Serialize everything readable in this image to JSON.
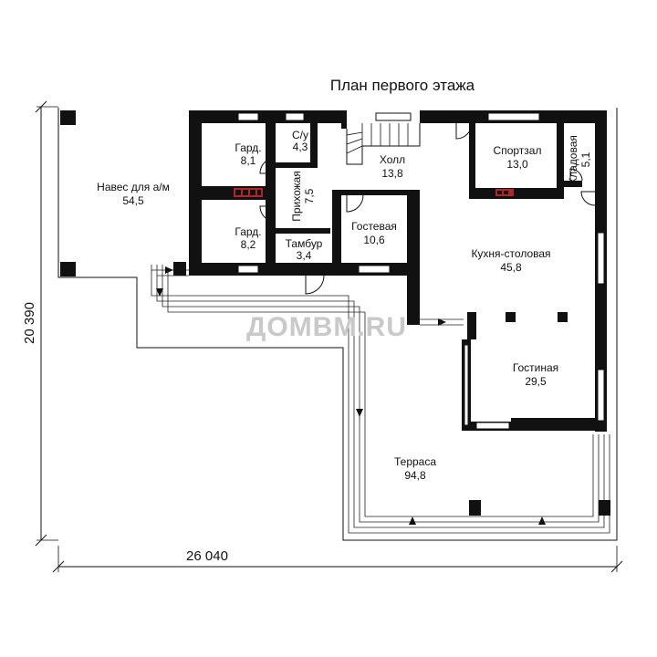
{
  "title": "План первого этажа",
  "watermark": "ДОМВМ.RU",
  "dimensions": {
    "width": "26 040",
    "height": "20 390"
  },
  "rooms": {
    "carport": {
      "name": "Навес для а/м",
      "area": "54,5"
    },
    "wardrobe1": {
      "name": "Гард.",
      "area": "8,1"
    },
    "bathroom": {
      "name": "С/у",
      "area": "4,3"
    },
    "hall": {
      "name": "Холл",
      "area": "13,8"
    },
    "gym": {
      "name": "Спортзал",
      "area": "13,0"
    },
    "pantry": {
      "name": "Кладовая",
      "area": "5,1"
    },
    "hallway": {
      "name": "Прихожая",
      "area": "7,5"
    },
    "wardrobe2": {
      "name": "Гард.",
      "area": "8,2"
    },
    "vestibule": {
      "name": "Тамбур",
      "area": "3,4"
    },
    "guest": {
      "name": "Гостевая",
      "area": "10,6"
    },
    "kitchen": {
      "name": "Кухня-столовая",
      "area": "45,8"
    },
    "living": {
      "name": "Гостиная",
      "area": "29,5"
    },
    "terrace": {
      "name": "Терраса",
      "area": "94,8"
    }
  },
  "colors": {
    "wall": "#111111",
    "radiator": "#b0262b",
    "watermark": "#c9c9c9"
  }
}
